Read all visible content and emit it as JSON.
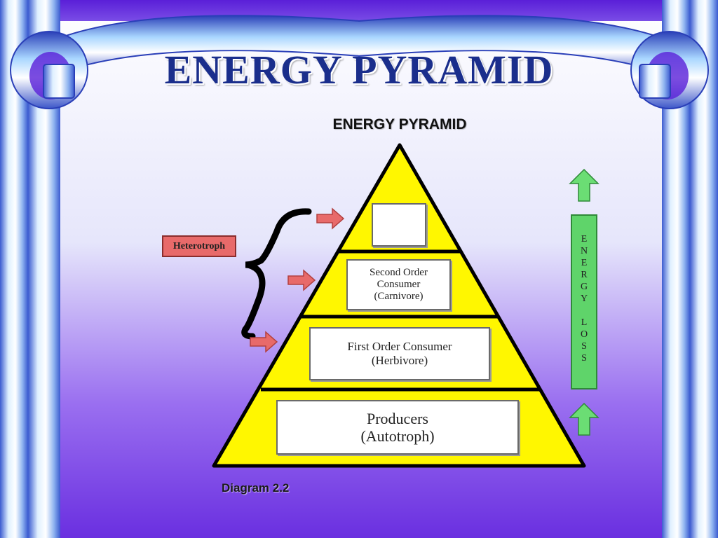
{
  "slide": {
    "title": "ENERGY PYRAMID",
    "colors": {
      "background_top": "#ffffff",
      "background_bottom": "#6a2fe0",
      "title": "#1a2e8c",
      "pyramid": "#fff700",
      "arrow_red": "#e86a6a",
      "arrow_green": "#5fd46a"
    }
  },
  "diagram": {
    "heading": "ENERGY PYRAMID",
    "levels": [
      {
        "id": "apex",
        "label": ""
      },
      {
        "id": "second-order",
        "label": "Second Order\nConsumer\n(Carnivore)"
      },
      {
        "id": "first-order",
        "label": "First Order Consumer\n(Herbivore)"
      },
      {
        "id": "producers",
        "label": "Producers\n(Autotroph)"
      }
    ],
    "heterotroph_label": "Heterotroph",
    "energy_loss_letters": [
      "E",
      "N",
      "E",
      "R",
      "G",
      "Y",
      "",
      "L",
      "O",
      "S",
      "S"
    ],
    "caption": "Diagram 2.2"
  }
}
